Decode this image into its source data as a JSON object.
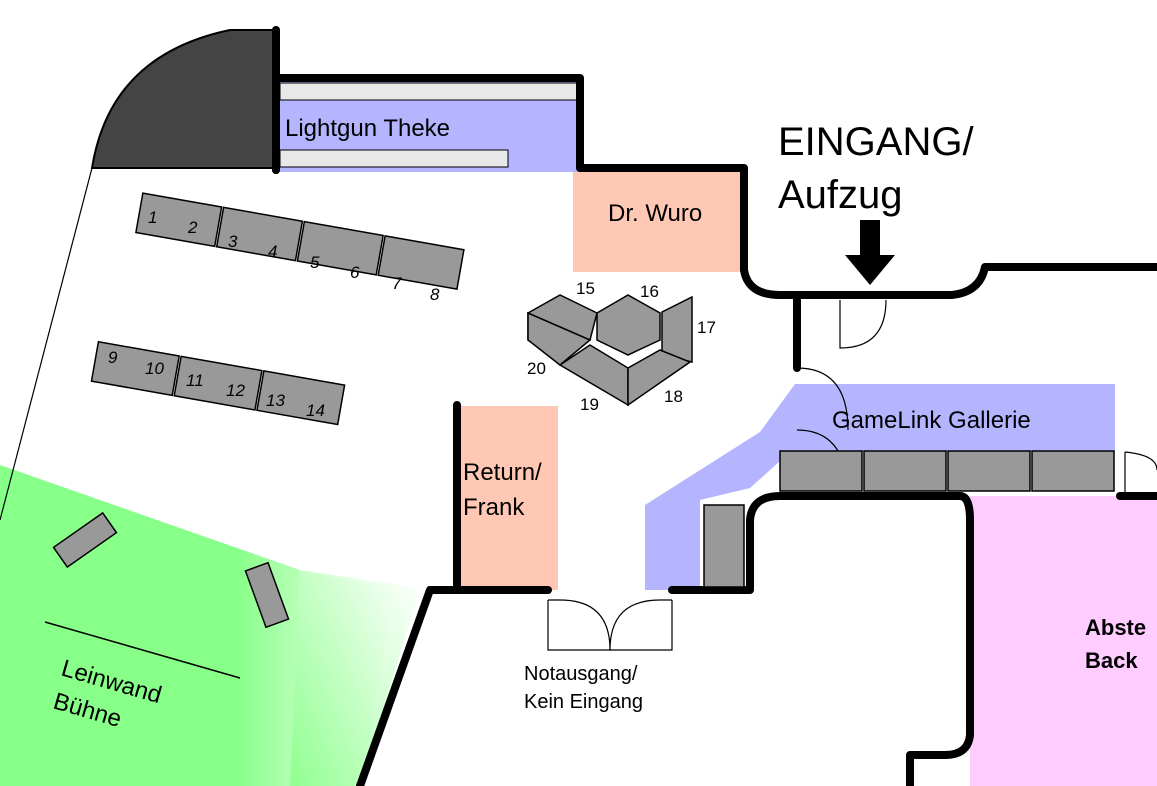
{
  "labels": {
    "lightgun": "Lightgun Theke",
    "drwuro": "Dr. Wuro",
    "eingang_line1": "EINGANG/",
    "eingang_line2": "Aufzug",
    "gamelink": "GameLink Gallerie",
    "return_line1": "Return/",
    "return_line2": "Frank",
    "notausgang_line1": "Notausgang/",
    "notausgang_line2": "Kein Eingang",
    "leinwand": "Leinwand",
    "buehne": "Bühne",
    "abst_line1": "Abste",
    "abst_line2": "Back"
  },
  "table_numbers": {
    "row1": [
      "1",
      "2",
      "3",
      "4",
      "5",
      "6",
      "7",
      "8"
    ],
    "row2": [
      "9",
      "10",
      "11",
      "12",
      "13",
      "14"
    ],
    "cluster": [
      "15",
      "16",
      "17",
      "18",
      "19",
      "20"
    ]
  },
  "colors": {
    "blue_zone": "#b4b4ff",
    "orange_zone": "#ffc8b4",
    "green_zone": "#88ff88",
    "pink_zone": "#ffccff",
    "dark_corner": "#444444",
    "table_gray": "#999999"
  }
}
